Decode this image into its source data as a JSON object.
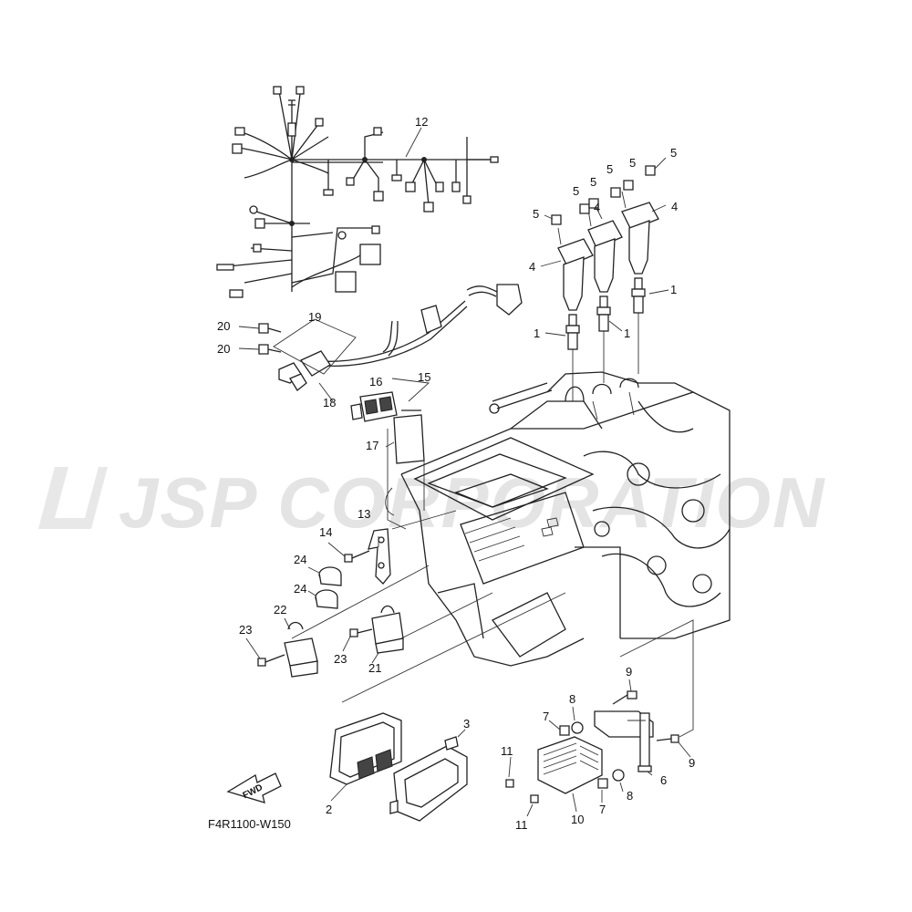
{
  "watermark": "JSP CORPORATION",
  "diagram_code": "F4R1100-W150",
  "fwd_label": "FWD",
  "labels": {
    "p1a": "1",
    "p1b": "1",
    "p1c": "1",
    "p2": "2",
    "p3": "3",
    "p4a": "4",
    "p4b": "4",
    "p4c": "4",
    "p5a": "5",
    "p5b": "5",
    "p5c": "5",
    "p5d": "5",
    "p5e": "5",
    "p5f": "5",
    "p6": "6",
    "p7a": "7",
    "p7b": "7",
    "p8a": "8",
    "p8b": "8",
    "p9a": "9",
    "p9b": "9",
    "p10": "10",
    "p11a": "11",
    "p11b": "11",
    "p12": "12",
    "p13": "13",
    "p14": "14",
    "p15": "15",
    "p16": "16",
    "p17": "17",
    "p18": "18",
    "p19": "19",
    "p20a": "20",
    "p20b": "20",
    "p21": "21",
    "p22": "22",
    "p23a": "23",
    "p23b": "23",
    "p24a": "24",
    "p24b": "24"
  }
}
